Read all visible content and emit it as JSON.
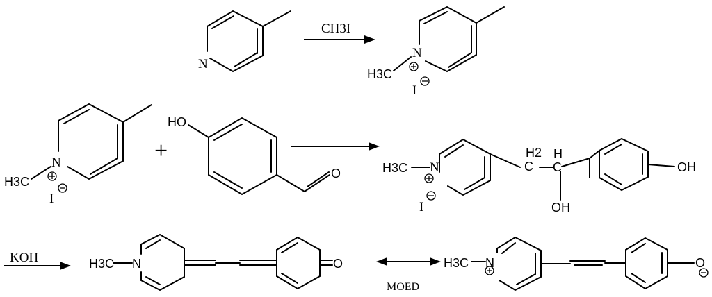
{
  "row1": {
    "reactant_n": "N",
    "reagent": "CH3I",
    "product_n_plus": "N",
    "product_methyl": "H3C",
    "product_iodide": "I"
  },
  "row2": {
    "salt_methyl": "H3C",
    "salt_n": "N",
    "salt_iodide": "I",
    "plus_sign": "+",
    "aldehyde_oh": "HO",
    "aldehyde_o": "O",
    "product_methyl": "H3C",
    "product_n": "N",
    "product_iodide": "I",
    "ch2": "H2",
    "ch2_c": "C",
    "ch_h": "H",
    "ch_c": "C",
    "product_oh_side": "OH",
    "product_oh_ring": "OH"
  },
  "row3": {
    "base": "KOH",
    "quinoid_methyl": "H3C",
    "quinoid_n": "N",
    "quinoid_o": "O",
    "label": "MOED",
    "zwitterion_methyl": "H3C",
    "zwitterion_n": "N",
    "zwitterion_o": "O"
  }
}
